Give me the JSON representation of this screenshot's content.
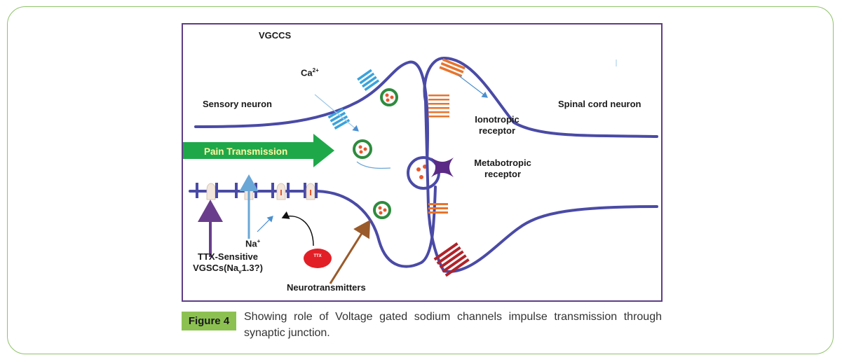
{
  "figure": {
    "labels": {
      "vgccs": "VGCCS",
      "ca_base": "Ca",
      "ca_sup": "2+",
      "sensory_neuron": "Sensory neuron",
      "spinal_cord_neuron": "Spinal cord neuron",
      "ionotropic_line1": "Ionotropic",
      "ionotropic_line2": "receptor",
      "metabotropic_line1": "Metabotropic",
      "metabotropic_line2": "receptor",
      "pain_transmission": "Pain Transmission",
      "na_base": "Na",
      "na_sup": "+",
      "ttx": "TTX",
      "ttx_sensitive_line1": "TTX-Sensitive",
      "vgscs_prefix": "VGSCs(Na",
      "vgscs_sub": "v",
      "vgscs_suffix": "1.3?)",
      "neurotransmitters": "Neurotransmitters"
    },
    "colors": {
      "neuron_membrane": "#4a4aa6",
      "vgcc_channel": "#3aa3dc",
      "ionotropic_receptor": "#e8742c",
      "receptor_dark": "#b0232a",
      "metabotropic_receptor": "#5b2a86",
      "vesicle_ring": "#2e8b3e",
      "vesicle_dot": "#e8582c",
      "pain_arrow": "#1fa84a",
      "ttx_blob": "#e21f26",
      "arrow_purple": "#6a3d8c",
      "arrow_brown": "#9a5a2a"
    }
  },
  "caption": {
    "badge": "Figure 4",
    "text": "Showing role of Voltage gated sodium channels impulse transmission through synaptic junction."
  }
}
